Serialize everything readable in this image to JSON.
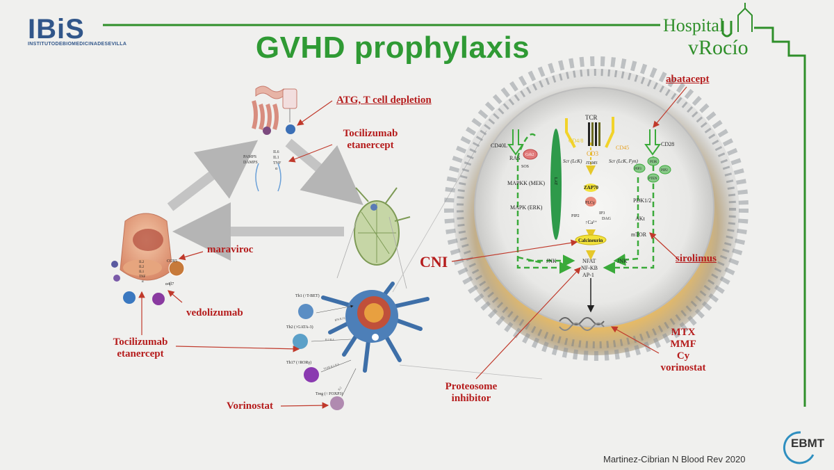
{
  "header": {
    "title": "GVHD prophylaxis",
    "ibis_logo": "IBiS",
    "ibis_subtitle": "INSTITUTODEBIOMEDICINADESEVILLA",
    "hospital_line1": "Hospital",
    "hospital_line2": "vRocío"
  },
  "left_labels": {
    "atg": "ATG, T cell depletion",
    "toci_top_1": "Tocilizumab",
    "toci_top_2": "etanercept",
    "maraviroc": "maraviroc",
    "vedolizumab": "vedolizumab",
    "toci_bottom_1": "Tocilizumab",
    "toci_bottom_2": "etanercept",
    "vorinostat": "Vorinostat"
  },
  "small_labels": {
    "pamps": "PAMPS",
    "damps": "DAMPS",
    "il6": "IL6",
    "il1": "IL1",
    "tnf": "TNF",
    "alpha": "α",
    "ccr5": "CCR5",
    "a4b7": "α4β7",
    "th1": "Th1 (↑T-BET)",
    "th2": "Th2 (↑GATA-3)",
    "th17": "Th17 (↑RORγ)",
    "treg": "Treg (↑ FOXP3)",
    "ifn": "IFN IL12",
    "il2il4": "IL2 IL4",
    "tgf": "TGFβ IL1 IL6",
    "il2": "IL2"
  },
  "cell": {
    "tcr": "TCR",
    "cd3": "CD3",
    "cd4": "CD4/8",
    "cd45": "CD45",
    "cd28": "CD28",
    "cd40l": "CD40L",
    "ras": "RAS",
    "sos": "SOS",
    "grb2": "Grb2",
    "lat": "LAT",
    "scr_lck": "Scr (LcK)",
    "itams": "ITAMS",
    "scr_lck_fyn": "Scr (LcK, Fyn)",
    "zap70": "ZAP70",
    "plcg": "PLCγ",
    "pip2": "PIP2",
    "ip3": "IP3",
    "dag": "DAG",
    "ca": "↑Ca²⁺",
    "calcineurin": "Calcineurin",
    "mapkk": "MAPKK (MEK)",
    "mapk": "MAPK (ERK)",
    "jnk_left": "JNK",
    "jnk_right": "JNK",
    "nfat": "NFAT",
    "nfkb": "NF-KB",
    "ap1": "AP-1",
    "pi3k": "PI3K",
    "pip3": "PIP3",
    "pten": "PTEN",
    "pip2b": "PIP2",
    "pdk": "PDK1/2",
    "akt": "AKt",
    "mtor": "mTOR"
  },
  "right_labels": {
    "abatacept": "abatacept",
    "cni": "CNI",
    "sirolimus": "sirolimus",
    "proteosome_1": "Proteosome",
    "proteosome_2": "inhibitor",
    "mtx": "MTX",
    "mmf": "MMF",
    "cy": "Cy",
    "vorinostat": "vorinostat"
  },
  "footer": {
    "citation": "Martinez-Cibrian N Blood Rev 2020",
    "ebmt": "EBMT"
  }
}
